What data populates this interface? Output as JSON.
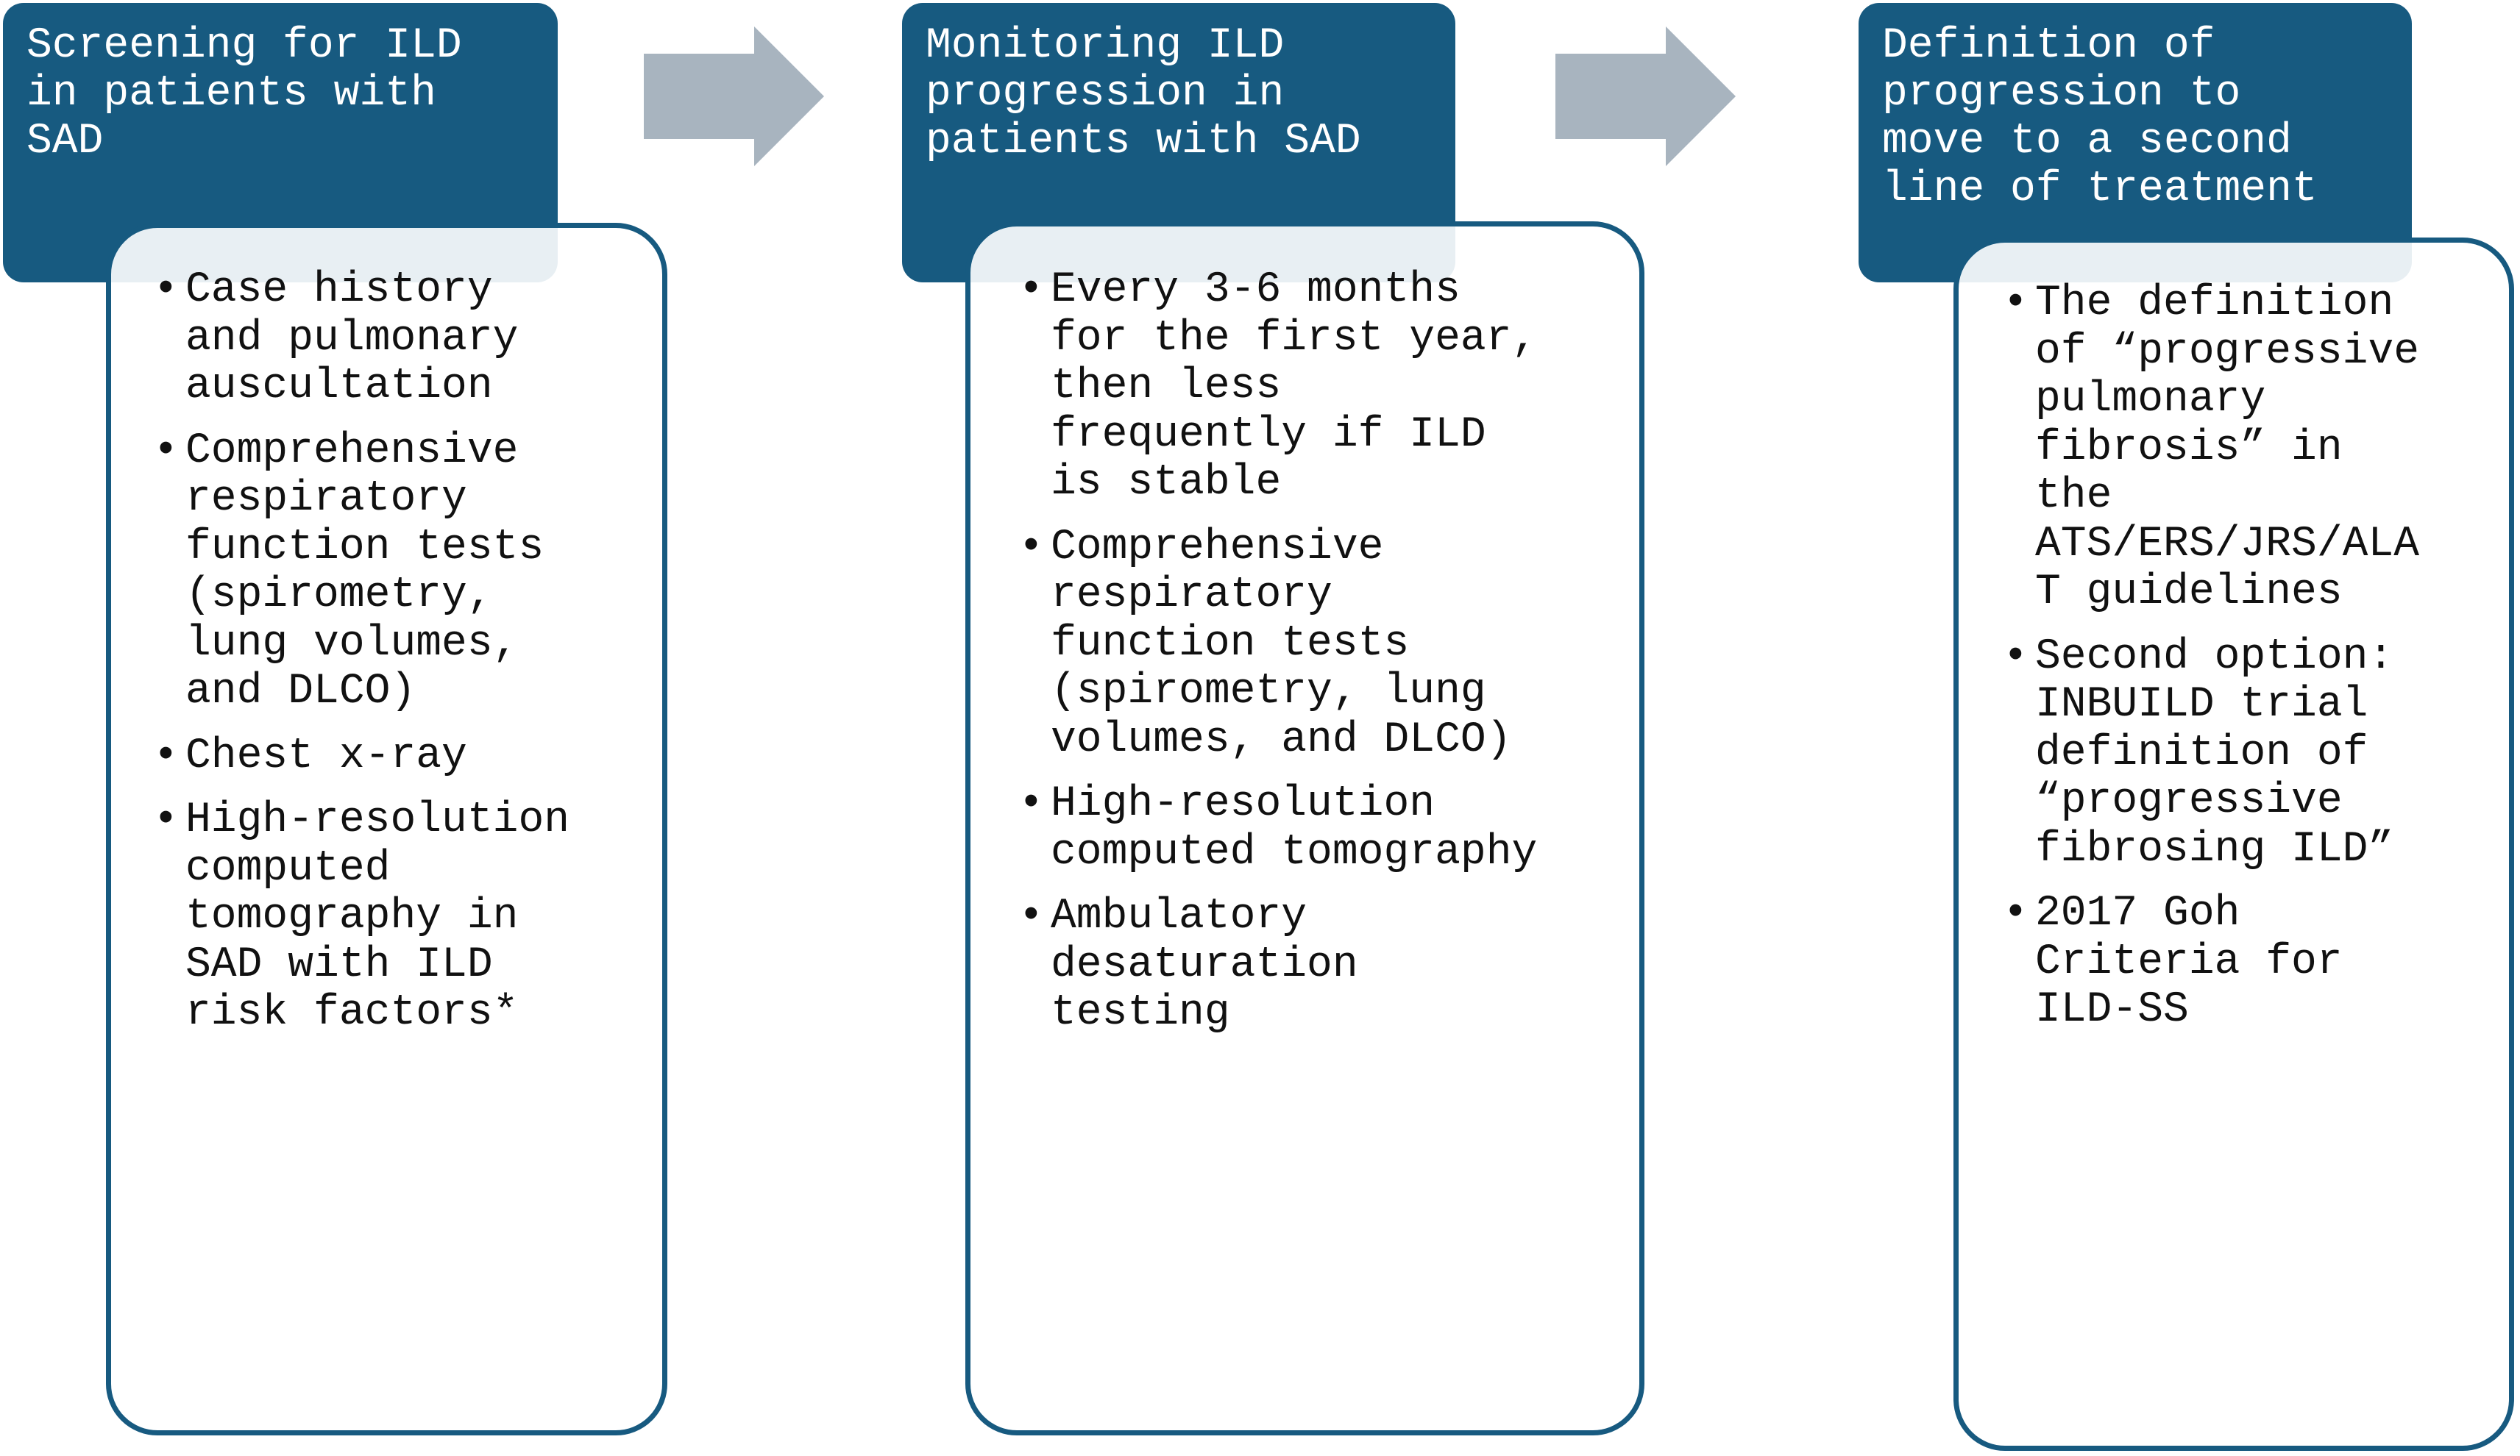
{
  "colors": {
    "header_bg": "#175a80",
    "card_border": "#175a80",
    "arrow": "#a8b4bf",
    "text": "#111111"
  },
  "columns": [
    {
      "header": "Screening for ILD\nin patients with\nSAD",
      "items": [
        "Case history\nand pulmonary\nauscultation",
        "Comprehensive\nrespiratory\nfunction tests\n(spirometry,\nlung volumes,\nand DLCO)",
        "Chest x-ray",
        "High-resolution\ncomputed\ntomography in\nSAD with ILD\nrisk factors*"
      ]
    },
    {
      "header": "Monitoring ILD\nprogression in\npatients with SAD",
      "items": [
        "Every 3-6 months\nfor the first year,\nthen less\nfrequently if ILD\nis stable",
        "Comprehensive\nrespiratory\nfunction tests\n(spirometry, lung\nvolumes, and DLCO)",
        "High-resolution\ncomputed tomography",
        "Ambulatory\ndesaturation\ntesting"
      ]
    },
    {
      "header": "Definition of\nprogression to\nmove to a second\nline of treatment",
      "items": [
        "The definition\nof “progressive\npulmonary\nfibrosis” in\nthe\nATS/ERS/JRS/ALA\nT guidelines",
        "Second option:\nINBUILD trial\ndefinition of\n“progressive\nfibrosing ILD”",
        "2017 Goh\nCriteria for\nILD-SS"
      ]
    }
  ]
}
